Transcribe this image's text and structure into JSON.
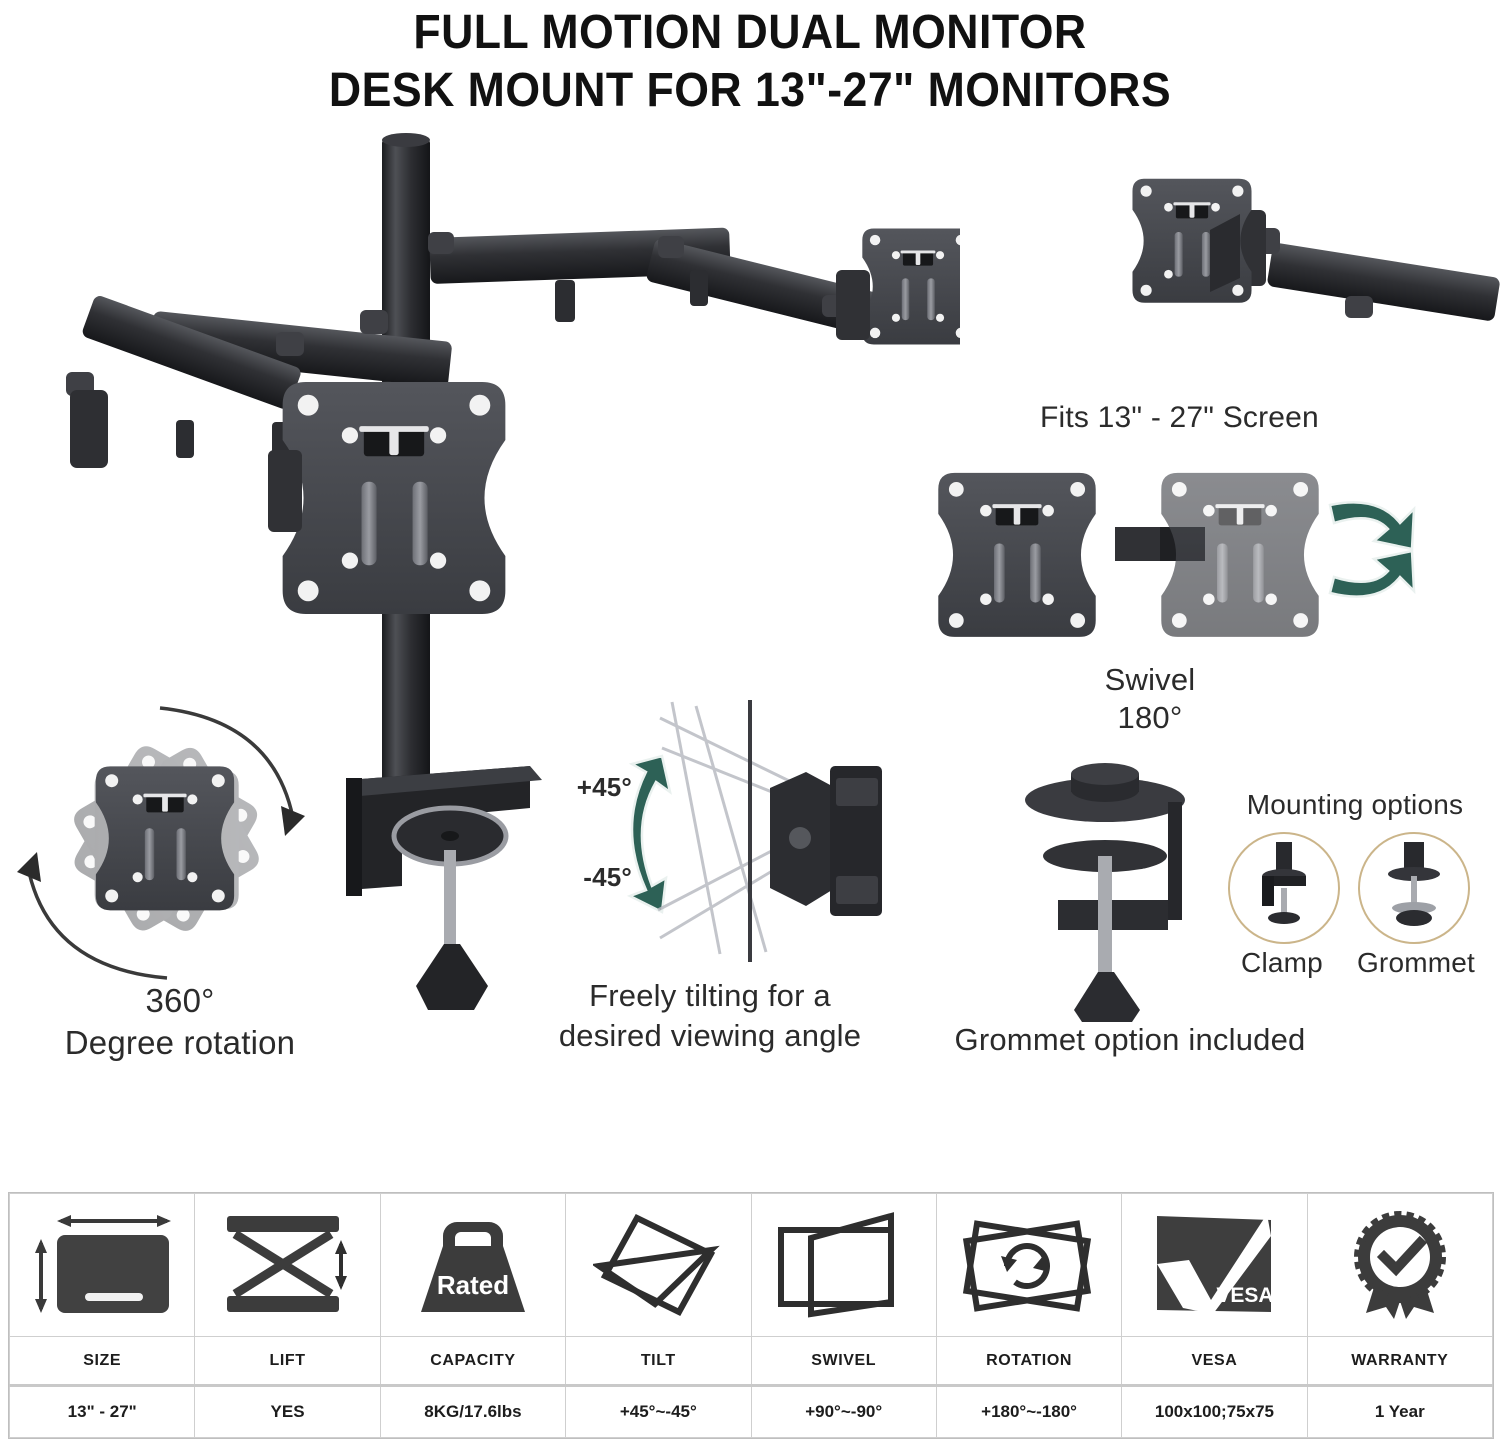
{
  "title": {
    "line1": "FULL MOTION DUAL MONITOR",
    "line2": "DESK MOUNT FOR 13\"-27\" MONITORS"
  },
  "features": {
    "fits_screen": "Fits 13\" - 27\" Screen",
    "swivel_label": "Swivel",
    "swivel_value": "180°",
    "rotation_value": "360°",
    "rotation_label": "Degree rotation",
    "tilt_plus": "+45°",
    "tilt_minus": "-45°",
    "tilt_caption_line1": "Freely tilting for a",
    "tilt_caption_line2": "desired viewing angle",
    "grommet_caption": "Grommet option included",
    "mounting_options_title": "Mounting options",
    "mount_clamp": "Clamp",
    "mount_grommet": "Grommet"
  },
  "badges": {
    "capacity_badge": "Rated",
    "vesa_badge": "VESA"
  },
  "spec_table": {
    "headers": [
      "SIZE",
      "LIFT",
      "CAPACITY",
      "TILT",
      "SWIVEL",
      "ROTATION",
      "VESA",
      "WARRANTY"
    ],
    "values": [
      "13\" - 27\"",
      "YES",
      "8KG/17.6lbs",
      "+45°~-45°",
      "+90°~-90°",
      "+180°~-180°",
      "100x100;75x75",
      "1 Year"
    ],
    "icons": [
      "size-icon",
      "lift-icon",
      "capacity-weight-icon",
      "tilt-icon",
      "swivel-icon",
      "rotation-icon",
      "vesa-icon",
      "warranty-rosette-icon"
    ]
  },
  "colors": {
    "accent_teal": "#2d6156",
    "metal_dark": "#2f3033",
    "metal_mid": "#4a4c51",
    "metal_light": "#8d9096",
    "circle_gold": "#c9b versus"
  }
}
